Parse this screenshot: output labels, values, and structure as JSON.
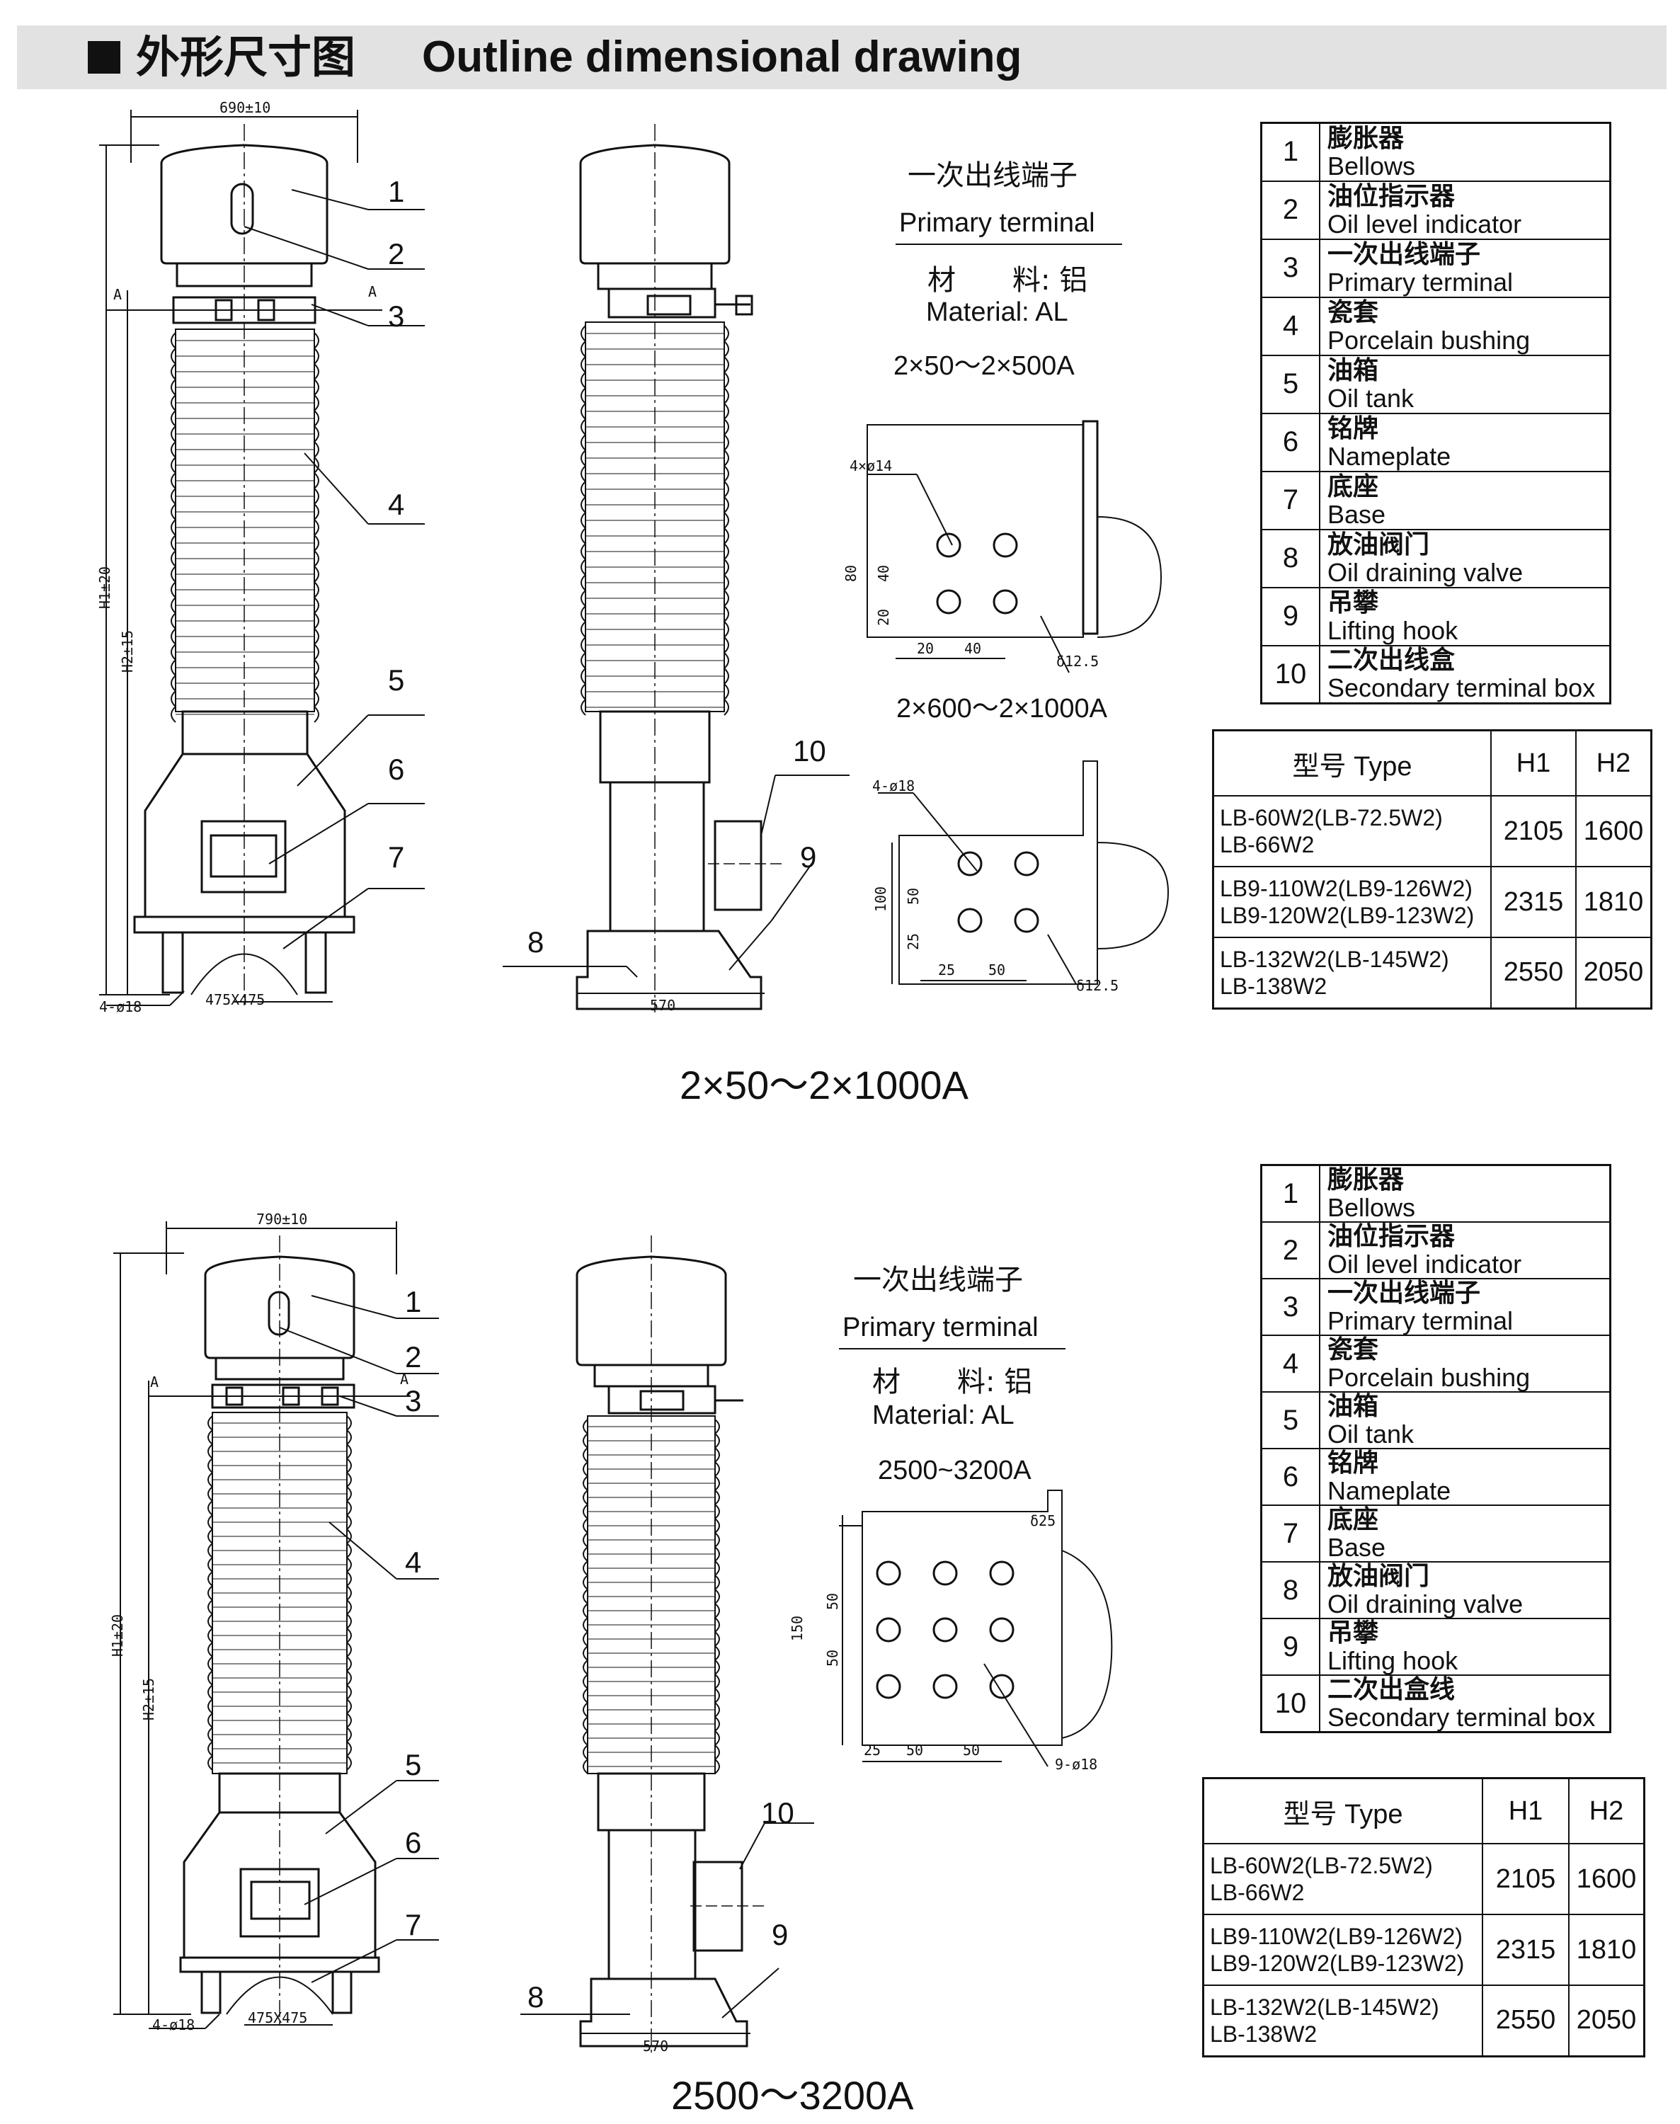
{
  "header": {
    "title_zh": "外形尺寸图",
    "title_en": "Outline dimensional drawing"
  },
  "sections": [
    {
      "drawing": {
        "width_dim": "690±10",
        "h1_dim": "H1±20",
        "h2_dim": "H2±15",
        "base_dim": "475X475",
        "holes_dim": "4-ø18",
        "side_width": "570",
        "section_mark": "A",
        "callouts": [
          "1",
          "2",
          "3",
          "4",
          "5",
          "6",
          "7",
          "8",
          "9",
          "10"
        ]
      },
      "terminal": {
        "title_zh": "一次出线端子",
        "title_en": "Primary terminal",
        "material_zh": "材　　料: 铝",
        "material_en": "Material: AL",
        "range_a": "2×50～2×500A",
        "range_b": "2×600～2×1000A",
        "a_holes": "4×ø14",
        "a_dims": [
          "80",
          "40",
          "20",
          "20",
          "40",
          "δ12.5"
        ],
        "b_holes": "4-ø18",
        "b_dims": [
          "100",
          "50",
          "25",
          "25",
          "50",
          "δ12.5"
        ]
      },
      "caption": "2×50～2×1000A",
      "parts": [
        {
          "no": "1",
          "zh": "膨胀器",
          "en": "Bellows"
        },
        {
          "no": "2",
          "zh": "油位指示器",
          "en": "Oil level indicator"
        },
        {
          "no": "3",
          "zh": "一次出线端子",
          "en": "Primary terminal"
        },
        {
          "no": "4",
          "zh": "瓷套",
          "en": "Porcelain bushing"
        },
        {
          "no": "5",
          "zh": "油箱",
          "en": "Oil tank"
        },
        {
          "no": "6",
          "zh": "铭牌",
          "en": "Nameplate"
        },
        {
          "no": "7",
          "zh": "底座",
          "en": "Base"
        },
        {
          "no": "8",
          "zh": "放油阀门",
          "en": "Oil draining valve"
        },
        {
          "no": "9",
          "zh": "吊攀",
          "en": "Lifting hook"
        },
        {
          "no": "10",
          "zh": "二次出线盒",
          "en": "Secondary terminal box"
        }
      ],
      "types": {
        "headers": [
          "型号 Type",
          "H1",
          "H2"
        ],
        "rows": [
          {
            "type": "LB-60W2(LB-72.5W2)\nLB-66W2",
            "h1": "2105",
            "h2": "1600"
          },
          {
            "type": "LB9-110W2(LB9-126W2)\nLB9-120W2(LB9-123W2)",
            "h1": "2315",
            "h2": "1810"
          },
          {
            "type": "LB-132W2(LB-145W2)\nLB-138W2",
            "h1": "2550",
            "h2": "2050"
          }
        ]
      }
    },
    {
      "drawing": {
        "width_dim": "790±10",
        "h1_dim": "H1±20",
        "h2_dim": "H2±15",
        "base_dim": "475X475",
        "holes_dim": "4-ø18",
        "side_width": "570",
        "section_mark": "A",
        "callouts": [
          "1",
          "2",
          "3",
          "4",
          "5",
          "6",
          "7",
          "8",
          "9",
          "10"
        ]
      },
      "terminal": {
        "title_zh": "一次出线端子",
        "title_en": "Primary terminal",
        "material_zh": "材　　料: 铝",
        "material_en": "Material: AL",
        "range_a": "2500~3200A",
        "a_holes": "9-ø18",
        "a_dims": [
          "150",
          "50",
          "50",
          "25",
          "50",
          "50",
          "δ25"
        ]
      },
      "caption": "2500～3200A",
      "parts": [
        {
          "no": "1",
          "zh": "膨胀器",
          "en": "Bellows"
        },
        {
          "no": "2",
          "zh": "油位指示器",
          "en": "Oil level indicator"
        },
        {
          "no": "3",
          "zh": "一次出线端子",
          "en": "Primary terminal"
        },
        {
          "no": "4",
          "zh": "瓷套",
          "en": "Porcelain bushing"
        },
        {
          "no": "5",
          "zh": "油箱",
          "en": "Oil tank"
        },
        {
          "no": "6",
          "zh": "铭牌",
          "en": "Nameplate"
        },
        {
          "no": "7",
          "zh": "底座",
          "en": "Base"
        },
        {
          "no": "8",
          "zh": "放油阀门",
          "en": "Oil draining valve"
        },
        {
          "no": "9",
          "zh": "吊攀",
          "en": "Lifting hook"
        },
        {
          "no": "10",
          "zh": "二次出盒线",
          "en": "Secondary terminal box"
        }
      ],
      "types": {
        "headers": [
          "型号 Type",
          "H1",
          "H2"
        ],
        "rows": [
          {
            "type": "LB-60W2(LB-72.5W2)\nLB-66W2",
            "h1": "2105",
            "h2": "1600"
          },
          {
            "type": "LB9-110W2(LB9-126W2)\nLB9-120W2(LB9-123W2)",
            "h1": "2315",
            "h2": "1810"
          },
          {
            "type": "LB-132W2(LB-145W2)\nLB-138W2",
            "h1": "2550",
            "h2": "2050"
          }
        ]
      }
    }
  ]
}
